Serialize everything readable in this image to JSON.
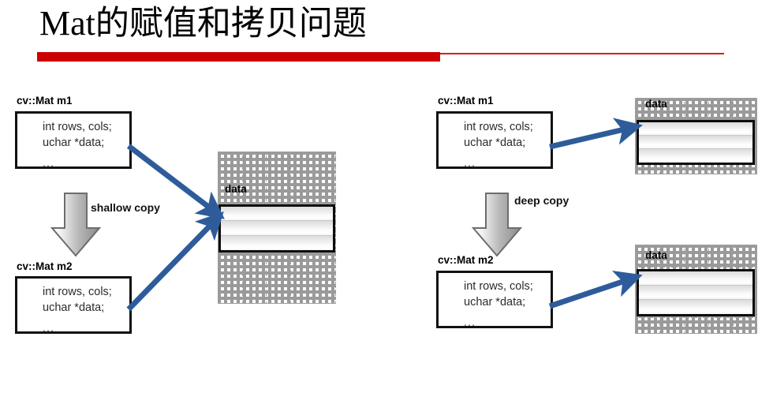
{
  "slide": {
    "title_latin": "Mat",
    "title_cjk": "的赋值和拷贝问题",
    "accent_color": "#cc0000",
    "arrow_color": "#2e5c9a"
  },
  "left_diagram": {
    "name": "shallow-copy-diagram",
    "copy_label": "shallow copy",
    "structs": [
      {
        "title": "cv::Mat m1",
        "line1": "int rows, cols;",
        "line2": "uchar *data;",
        "line3": "..."
      },
      {
        "title": "cv::Mat m2",
        "line1": "int rows, cols;",
        "line2": "uchar *data;",
        "line3": "..."
      }
    ],
    "data_blocks": [
      {
        "label": "data",
        "rows": 3
      }
    ]
  },
  "right_diagram": {
    "name": "deep-copy-diagram",
    "copy_label": "deep copy",
    "structs": [
      {
        "title": "cv::Mat m1",
        "line1": "int rows, cols;",
        "line2": "uchar *data;",
        "line3": "..."
      },
      {
        "title": "cv::Mat m2",
        "line1": "int rows, cols;",
        "line2": "uchar *data;",
        "line3": "..."
      }
    ],
    "data_blocks": [
      {
        "label": "data",
        "rows": 3
      },
      {
        "label": "data",
        "rows": 3
      }
    ]
  }
}
